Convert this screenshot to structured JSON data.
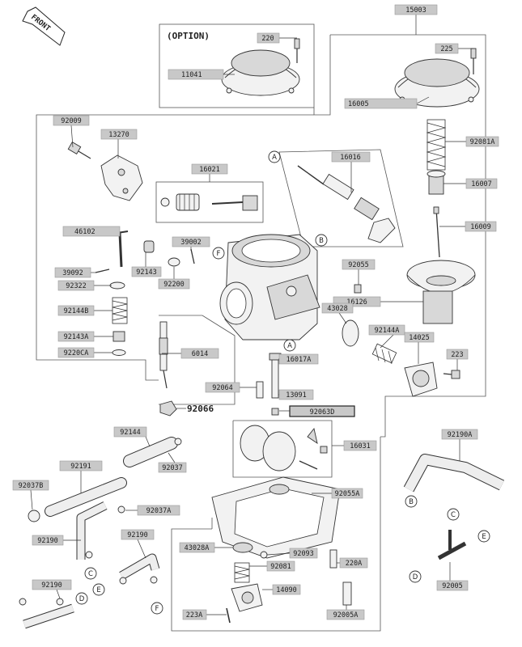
{
  "front_tag": "FRONT",
  "option_label": "(OPTION)",
  "labels": {
    "l15003": "15003",
    "l220": "220",
    "l225": "225",
    "l11041": "11041",
    "l16005": "16005",
    "l92009": "92009",
    "l13270": "13270",
    "l92081A": "92081A",
    "l16016": "16016",
    "l16021": "16021",
    "l16007": "16007",
    "l16009": "16009",
    "l46102": "46102",
    "l39002": "39002",
    "l39092": "39092",
    "l92143": "92143",
    "l92322": "92322",
    "l92200": "92200",
    "l92055": "92055",
    "l92144B": "92144B",
    "l16126": "16126",
    "l43028": "43028",
    "l92144A": "92144A",
    "l92143A": "92143A",
    "l14025": "14025",
    "l9220CA": "9220CA",
    "l6014": "6014",
    "l223": "223",
    "l16017A": "16017A",
    "l92064": "92064",
    "l13091": "13091",
    "l92066": "92066",
    "l92063D": "92063D",
    "l92144": "92144",
    "l16031": "16031",
    "l92190A": "92190A",
    "l92191": "92191",
    "l92037": "92037",
    "l92037B": "92037B",
    "l92037A": "92037A",
    "l92055A": "92055A",
    "l92190a": "92190",
    "l92190b": "92190",
    "l43028A": "43028A",
    "l92093": "92093",
    "l220A": "220A",
    "l92081": "92081",
    "l14090": "14090",
    "l92005": "92005",
    "l223A": "223A",
    "l92005A": "92005A",
    "l92190c": "92190"
  },
  "callouts": {
    "A1": "A",
    "A2": "A",
    "B1": "B",
    "B2": "B",
    "C1": "C",
    "C2": "C",
    "D1": "D",
    "D2": "D",
    "E1": "E",
    "E2": "E",
    "F1": "F",
    "F2": "F"
  }
}
